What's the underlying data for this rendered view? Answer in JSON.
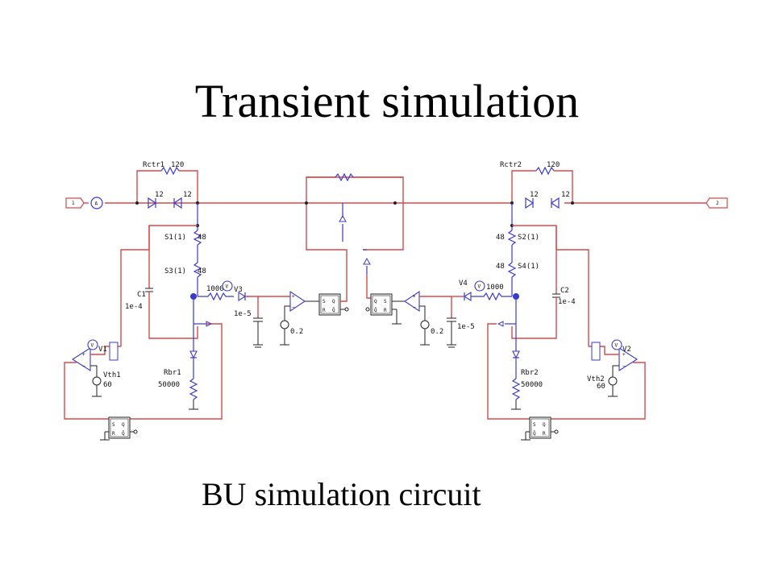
{
  "slide": {
    "title": "Transient simulation",
    "caption": "BU simulation circuit"
  },
  "colors": {
    "wire_red": "#d94a4a",
    "wire_blue": "#3a3ad0",
    "ground_black": "#222222"
  },
  "circuit": {
    "ports": {
      "left": "1",
      "right": "2"
    },
    "left": {
      "rctr_label": "Rctr1",
      "rctr_value": "120",
      "zener_a": "12",
      "zener_b": "12",
      "s1": "S1(1)",
      "s1_value": "48",
      "s3": "S3(1)",
      "s3_value": "48",
      "c_label": "C1",
      "c_value": "1e-4",
      "r_value": "1000",
      "v_meter": "V3",
      "c_small": "1e-5",
      "comp_ref": "0.2",
      "vth_label": "Vth1",
      "vth_value": "60",
      "v_label": "V1",
      "rbr_label": "Rbr1",
      "rbr_value": "50000"
    },
    "right": {
      "rctr_label": "Rctr2",
      "rctr_value": "120",
      "zener_a": "12",
      "zener_b": "12",
      "s2": "S2(1)",
      "s2_value": "48",
      "s4": "S4(1)",
      "s4_value": "48",
      "c_label": "C2",
      "c_value": "1e-4",
      "r_value": "1000",
      "v_meter": "V4",
      "c_small": "1e-5",
      "comp_ref": "0.2",
      "vth_label": "Vth2",
      "vth_value": "60",
      "v_label": "V2",
      "rbr_label": "Rbr2",
      "rbr_value": "50000"
    },
    "meter_symbols": {
      "ammeter": "A",
      "voltmeter": "V"
    },
    "flipflop_pins": {
      "s": "S",
      "q": "Q",
      "r": "R",
      "qbar": "Q̄"
    }
  }
}
